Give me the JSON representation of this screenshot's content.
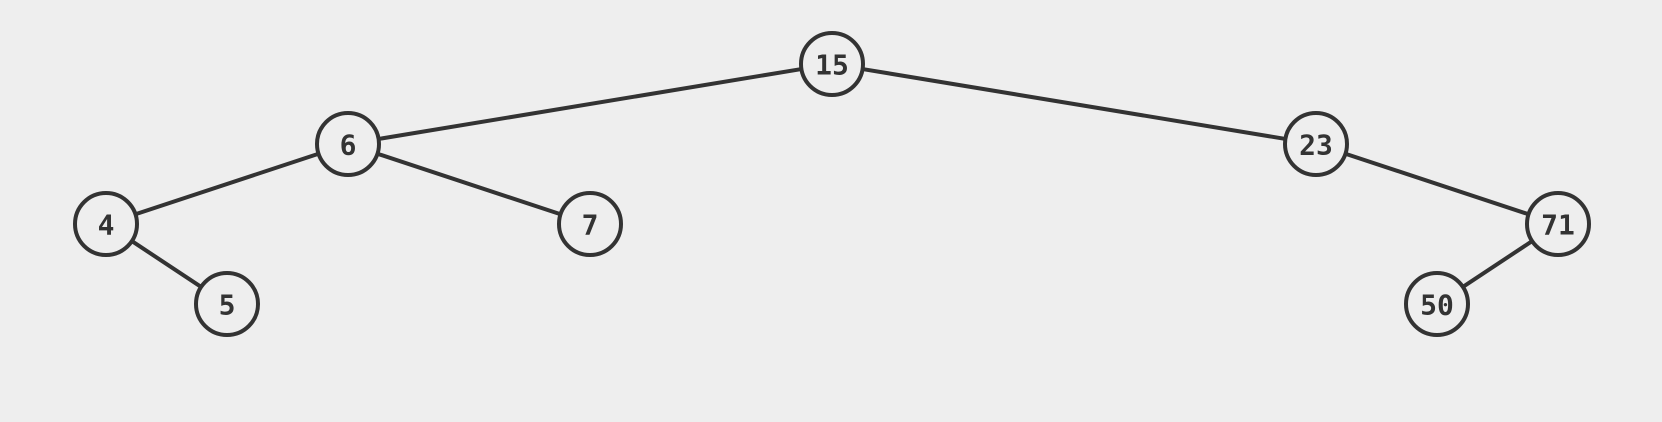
{
  "colors": {
    "background": "#eeeeee",
    "stroke": "#333333",
    "text": "#333333"
  },
  "tree": {
    "nodes": [
      {
        "id": "n15",
        "label": "15"
      },
      {
        "id": "n6",
        "label": "6"
      },
      {
        "id": "n23",
        "label": "23"
      },
      {
        "id": "n4",
        "label": "4"
      },
      {
        "id": "n7",
        "label": "7"
      },
      {
        "id": "n71",
        "label": "71"
      },
      {
        "id": "n5",
        "label": "5"
      },
      {
        "id": "n50",
        "label": "50"
      }
    ],
    "edges": [
      {
        "from": "n15",
        "to": "n6"
      },
      {
        "from": "n15",
        "to": "n23"
      },
      {
        "from": "n6",
        "to": "n4"
      },
      {
        "from": "n6",
        "to": "n7"
      },
      {
        "from": "n4",
        "to": "n5"
      },
      {
        "from": "n23",
        "to": "n71"
      },
      {
        "from": "n71",
        "to": "n50"
      }
    ]
  }
}
